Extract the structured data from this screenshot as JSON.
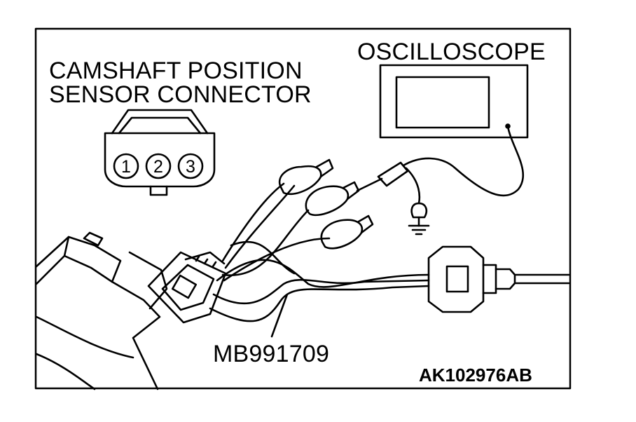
{
  "labels": {
    "sensor_connector_line1": "CAMSHAFT POSITION",
    "sensor_connector_line2": "SENSOR CONNECTOR",
    "oscilloscope": "OSCILLOSCOPE",
    "tool_number": "MB991709",
    "figure_code": "AK102976AB"
  },
  "connector_pins": [
    "1",
    "2",
    "3"
  ],
  "colors": {
    "stroke": "#000000",
    "background": "#ffffff"
  }
}
